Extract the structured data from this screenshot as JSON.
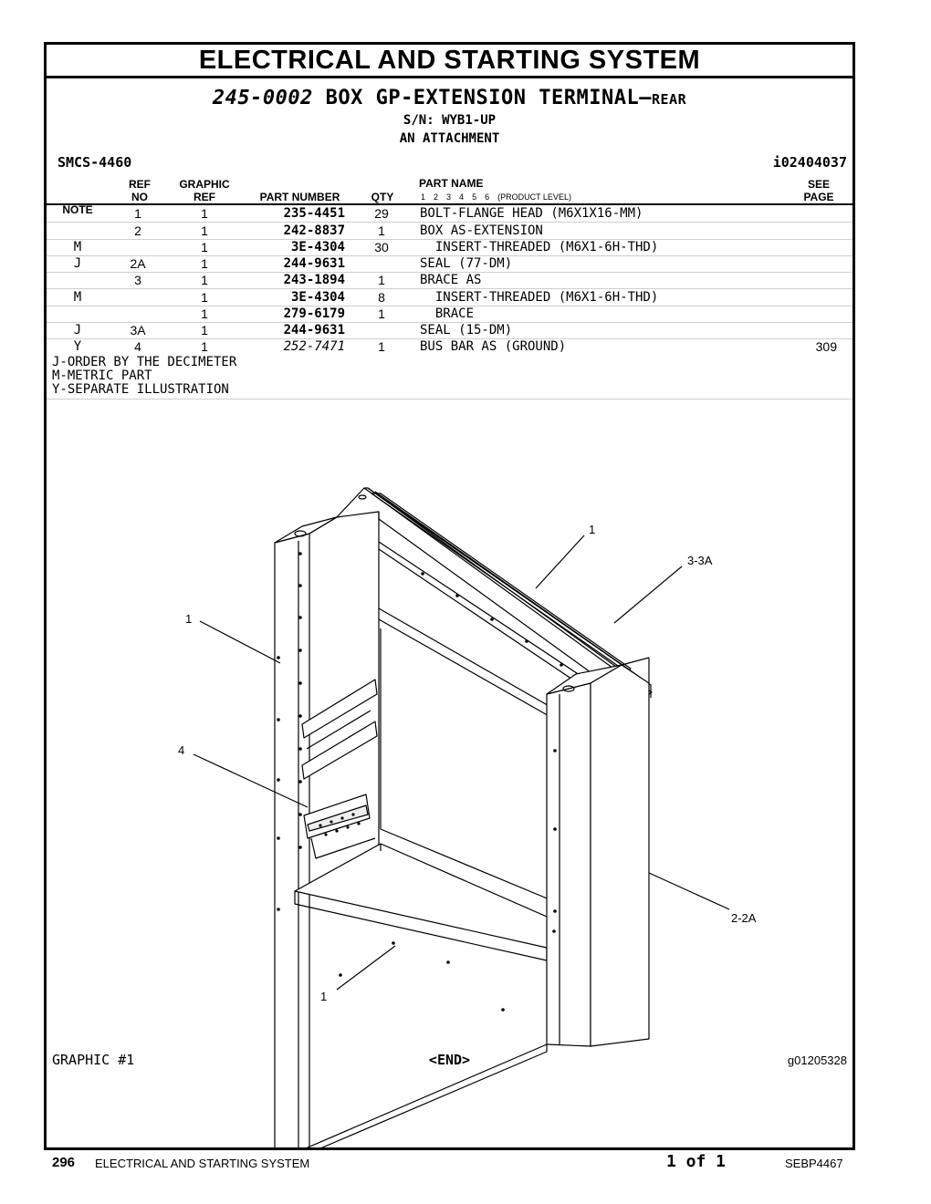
{
  "header": {
    "title": "ELECTRICAL AND STARTING SYSTEM",
    "part_number": "245-0002",
    "part_title": "BOX GP-EXTENSION TERMINAL",
    "dash": "—",
    "position": "REAR",
    "serial": "S/N: WYB1-UP",
    "attachment": "AN ATTACHMENT",
    "smcs": "SMCS-4460",
    "info_id": "i02404037"
  },
  "columns": {
    "note": "NOTE",
    "ref_top": "REF",
    "ref_bottom": "NO",
    "graphic_top": "GRAPHIC",
    "graphic_bottom": "REF",
    "part_number": "PART NUMBER",
    "qty": "QTY",
    "part_name": "PART NAME",
    "product_levels": [
      "1",
      "2",
      "3",
      "4",
      "5",
      "6"
    ],
    "product_level_label": "(PRODUCT LEVEL)",
    "see_top": "SEE",
    "see_bottom": "PAGE"
  },
  "rows": [
    {
      "note": "",
      "ref": "1",
      "gref": "1",
      "pn": "235-4451",
      "qty": "29",
      "name": "BOLT-FLANGE HEAD (M6X1X16-MM)",
      "see": ""
    },
    {
      "note": "",
      "ref": "2",
      "gref": "1",
      "pn": "242-8837",
      "qty": "1",
      "name": "BOX AS-EXTENSION",
      "see": ""
    },
    {
      "note": "M",
      "ref": "",
      "gref": "1",
      "pn": "3E-4304",
      "qty": "30",
      "name": "  INSERT-THREADED (M6X1-6H-THD)",
      "see": ""
    },
    {
      "note": "J",
      "ref": "2A",
      "gref": "1",
      "pn": "244-9631",
      "qty": "",
      "name": "SEAL (77-DM)",
      "see": ""
    },
    {
      "note": "",
      "ref": "3",
      "gref": "1",
      "pn": "243-1894",
      "qty": "1",
      "name": "BRACE AS",
      "see": ""
    },
    {
      "note": "M",
      "ref": "",
      "gref": "1",
      "pn": "3E-4304",
      "qty": "8",
      "name": "  INSERT-THREADED (M6X1-6H-THD)",
      "see": ""
    },
    {
      "note": "",
      "ref": "",
      "gref": "1",
      "pn": "279-6179",
      "qty": "1",
      "name": "  BRACE",
      "see": ""
    },
    {
      "note": "J",
      "ref": "3A",
      "gref": "1",
      "pn": "244-9631",
      "qty": "",
      "name": "SEAL (15-DM)",
      "see": ""
    },
    {
      "note": "Y",
      "ref": "4",
      "gref": "1",
      "pn": "252-7471",
      "qty": "1",
      "name": "BUS BAR AS (GROUND)",
      "see": "309"
    }
  ],
  "notes": [
    "J-ORDER BY THE DECIMETER",
    "M-METRIC PART",
    "Y-SEPARATE ILLUSTRATION"
  ],
  "graphic": {
    "callouts": {
      "c1_top": "1",
      "c33a": "3-3A",
      "c1_left": "1",
      "c4": "4",
      "c22a": "2-2A",
      "c1_bottom": "1"
    },
    "label": "GRAPHIC #1",
    "end": "<END>",
    "id": "g01205328"
  },
  "footer": {
    "page": "296",
    "section": "ELECTRICAL AND STARTING SYSTEM",
    "of": "1 of 1",
    "doc": "SEBP4467"
  }
}
